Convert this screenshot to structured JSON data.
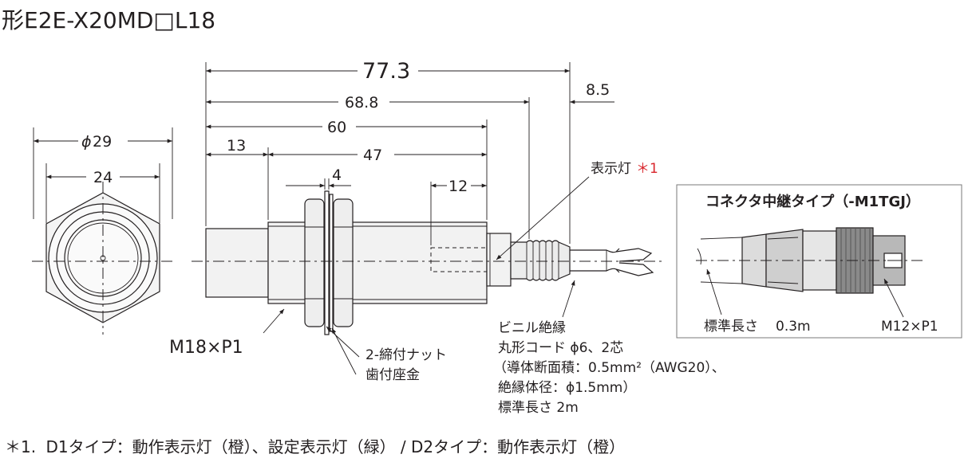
{
  "title": "形E2E-X20MD□L18",
  "dimensions": {
    "overall": "77.3",
    "to_cable_end": "68.8",
    "to_indicator": "8.5",
    "body_length": "60",
    "thread_start": "13",
    "thread_length": "47",
    "nut_thickness": "4",
    "indicator_length": "12",
    "nut_across_corners": "29",
    "nut_across_flats": "24",
    "phi_symbol": "ϕ"
  },
  "labels": {
    "thread": "M18×P1",
    "nut_line1": "2-締付ナット",
    "nut_line2": "歯付座金",
    "indicator": "表示灯",
    "indicator_mark": "＊1",
    "cable_lines": [
      "ビニル絶縁",
      "丸形コード ϕ6、2芯",
      "（導体断面積：0.5mm²（AWG20）、",
      "絶縁体径：ϕ1.5mm）",
      "標準長さ 2m"
    ]
  },
  "inset": {
    "title": "コネクタ中継タイプ（-M1TGJ）",
    "length_label": "標準長さ",
    "length_value": "0.3m",
    "thread": "M12×P1"
  },
  "footnote": {
    "mark": "＊1.",
    "text": "D1タイプ：動作表示灯（橙）、設定表示灯（緑） / D2タイプ：動作表示灯（橙）"
  },
  "colors": {
    "line": "#231f20",
    "accent": "#d9262c",
    "body": "#f2f2f2",
    "inset_border": "#7a7a7a"
  }
}
